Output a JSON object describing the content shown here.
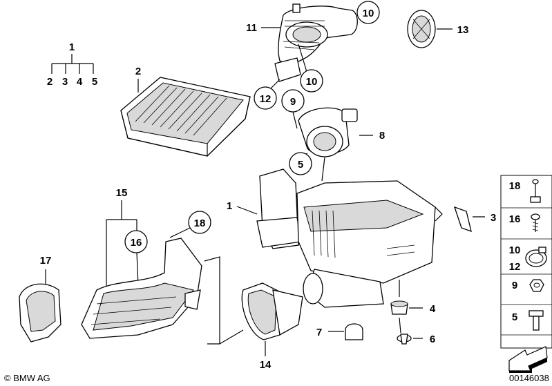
{
  "callouts": {
    "c1_top": "1",
    "c2": "2",
    "c3": "3",
    "c4": "4",
    "c5": "5",
    "c2_pic": "2",
    "c11": "11",
    "c10_a": "10",
    "c12": "12",
    "c10_b": "10",
    "c13": "13",
    "c9": "9",
    "c8": "8",
    "c5_b": "5",
    "c1": "1",
    "c3_r": "3",
    "c15": "15",
    "c16": "16",
    "c18": "18",
    "c17": "17",
    "c14": "14",
    "c7": "7",
    "c4_b": "4",
    "c6": "6"
  },
  "legend": [
    {
      "num": "18",
      "icon": "screw-grommet-icon"
    },
    {
      "num": "16",
      "icon": "screw-icon"
    },
    {
      "num": "10",
      "icon": "hose-clamp-icon"
    },
    {
      "num": "12",
      "icon": "hose-clamp-icon"
    },
    {
      "num": "9",
      "icon": "hex-nut-icon"
    },
    {
      "num": "5",
      "icon": "bolt-icon"
    }
  ],
  "footer": {
    "copyright": "© BMW AG",
    "doc_number": "00146038"
  }
}
